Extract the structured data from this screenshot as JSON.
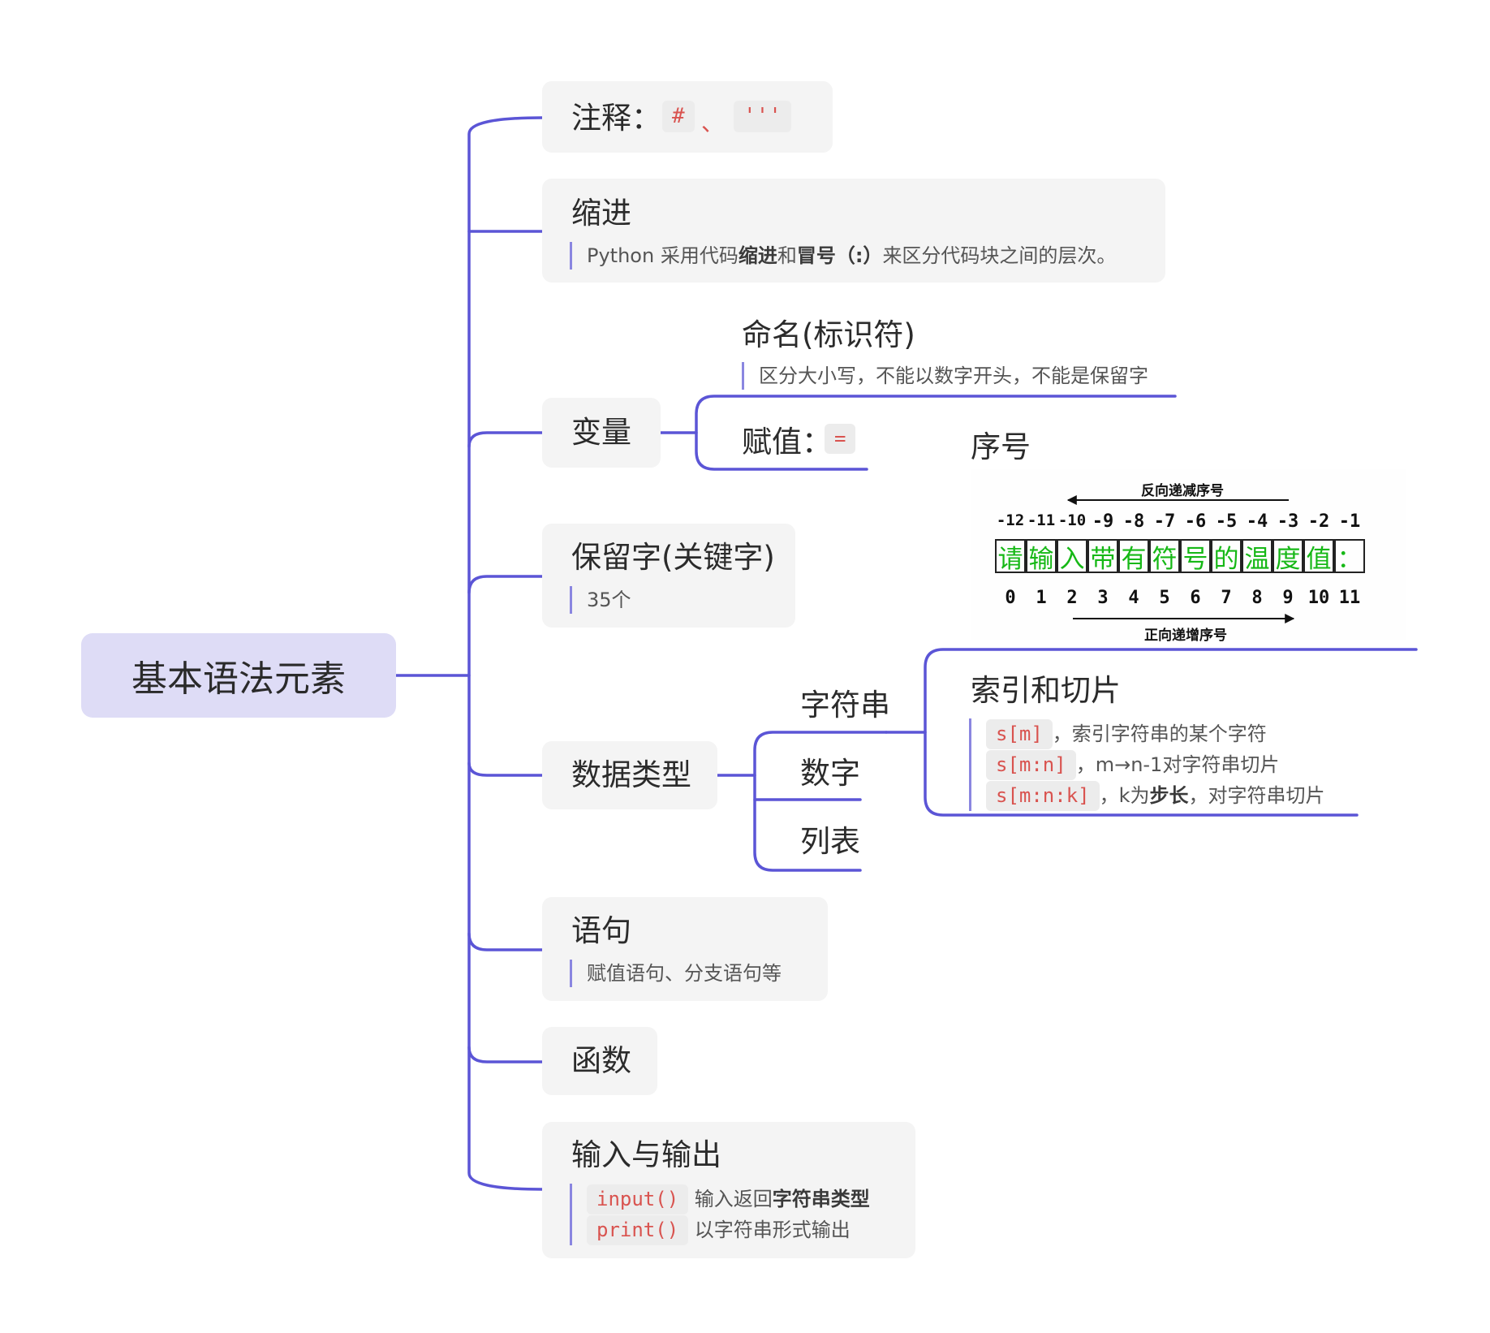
{
  "root": {
    "label": "基本语法元素"
  },
  "colors": {
    "line": "#5b55d6",
    "root_bg": "#dedcf6",
    "node_bg": "#f4f4f4",
    "code_red": "#d9534f",
    "figure_green": "#16b816"
  },
  "comment": {
    "title": "注释：",
    "code1": "#",
    "sep": "、",
    "code2": "'''"
  },
  "indent": {
    "title": "缩进",
    "note_pre": "Python 采用代码",
    "note_b1": "缩进",
    "note_mid": "和",
    "note_b2": "冒号（:）",
    "note_post": "来区分代码块之间的层次。"
  },
  "variable": {
    "title": "变量",
    "naming": {
      "title": "命名(标识符)",
      "note": "区分大小写，不能以数字开头，不能是保留字"
    },
    "assign": {
      "title": "赋值：",
      "code": "="
    }
  },
  "reserved": {
    "title": "保留字(关键字)",
    "note": "35个"
  },
  "datatypes": {
    "title": "数据类型",
    "string": "字符串",
    "number": "数字",
    "list": "列表",
    "seq_title": "序号",
    "index_slice": {
      "title": "索引和切片",
      "lines": [
        {
          "code": "s[m]",
          "text": "，索引字符串的某个字符"
        },
        {
          "code": "s[m:n]",
          "text": "，m→n-1对字符串切片"
        },
        {
          "code": "s[m:n:k]",
          "text_pre": "，k为",
          "text_b": "步长",
          "text_post": "，对字符串切片"
        }
      ]
    }
  },
  "figure": {
    "top_label": "反向递减序号",
    "bottom_label": "正向递增序号",
    "neg": [
      "-12",
      "-11",
      "-10",
      "-9",
      "-8",
      "-7",
      "-6",
      "-5",
      "-4",
      "-3",
      "-2",
      "-1"
    ],
    "chars": [
      "请",
      "输",
      "入",
      "带",
      "有",
      "符",
      "号",
      "的",
      "温",
      "度",
      "值",
      "："
    ],
    "pos": [
      "0",
      "1",
      "2",
      "3",
      "4",
      "5",
      "6",
      "7",
      "8",
      "9",
      "10",
      "11"
    ]
  },
  "statement": {
    "title": "语句",
    "note": "赋值语句、分支语句等"
  },
  "function": {
    "title": "函数"
  },
  "io": {
    "title": "输入与输出",
    "lines": [
      {
        "code": "input()",
        "text_pre": "输入返回",
        "text_b": "字符串类型"
      },
      {
        "code": "print()",
        "text_pre": "以字符串形式输出"
      }
    ]
  }
}
